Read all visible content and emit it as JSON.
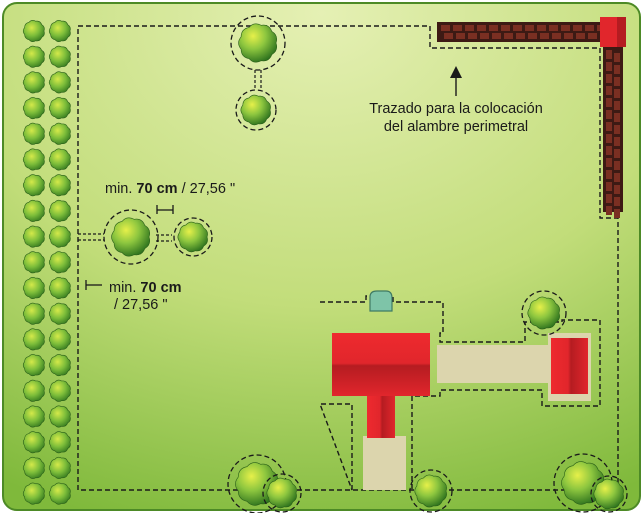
{
  "labels": {
    "wire_path_line1": "Trazado para la colocación",
    "wire_path_line2": "del alambre perimetral",
    "min_label": "min. ",
    "min_value": "70 cm",
    "min_inch": " / 27,56 \"",
    "min_inch_line2": "/ 27,56 \""
  },
  "colors": {
    "lawn_light": "#dbe9a6",
    "lawn_dark": "#86bf3e",
    "border_green": "#5e9a2e",
    "house_red": "#e1262c",
    "path_beige": "#dcd5ad",
    "fence_brown": "#3d1a14",
    "station_teal": "#7ec4a8",
    "tree_light": "#d8ea3c",
    "tree_dark": "#2f7d1e",
    "wire_dash": "#1a1a1a"
  },
  "icons": {
    "station": "charging-station-icon",
    "arrow": "arrow-up-icon",
    "dimension": "dimension-bracket-icon"
  }
}
